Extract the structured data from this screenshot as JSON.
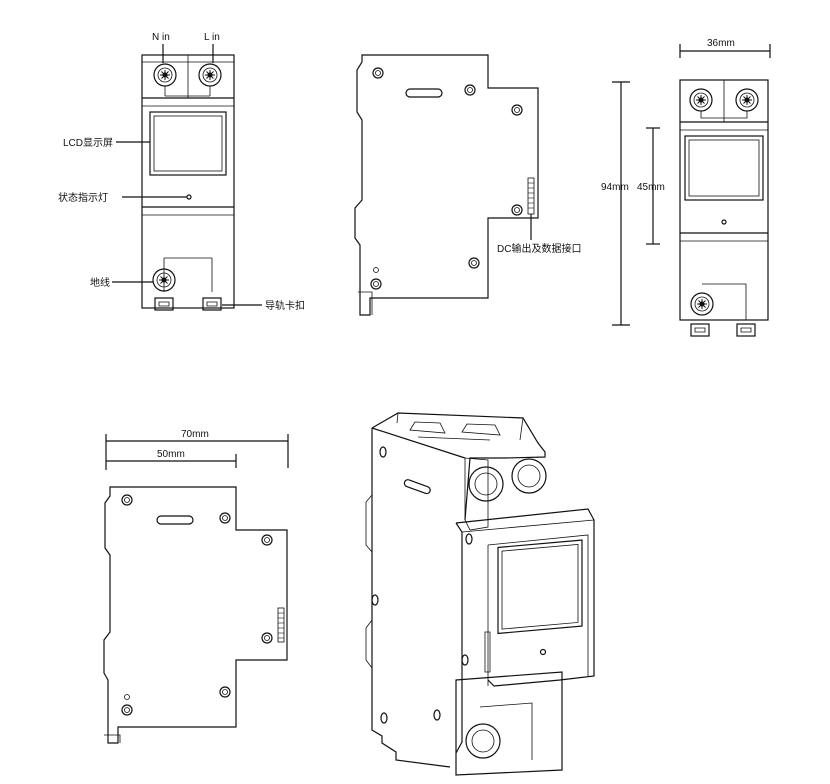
{
  "front_view": {
    "label_n_in": "N in",
    "label_l_in": "L in",
    "label_lcd": "LCD显示屏",
    "label_indicator": "状态指示灯",
    "label_ground": "地线",
    "label_rail_clip": "导轨卡扣"
  },
  "side_view": {
    "label_dc_port": "DC输出及数据接口"
  },
  "dimensioned_front_view": {
    "width_label": "36mm",
    "height_label": "94mm",
    "window_height_label": "45mm"
  },
  "dimensioned_side_view": {
    "depth_label": "70mm",
    "step_depth_label": "50mm"
  }
}
